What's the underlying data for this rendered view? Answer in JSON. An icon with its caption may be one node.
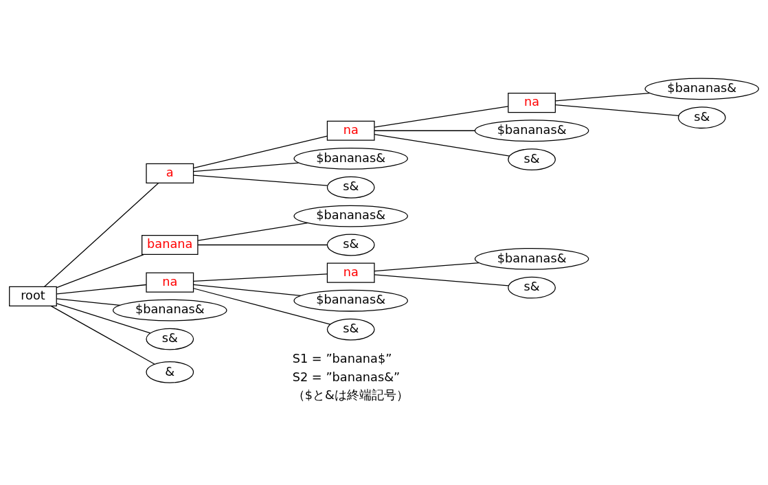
{
  "diagram": {
    "nodes": [
      {
        "text": [
          "root"
        ]
      },
      {
        "text": [
          "a"
        ]
      },
      {
        "text": [
          "na"
        ]
      },
      {
        "text": [
          "na"
        ]
      },
      {
        "text": [
          "$bananas&"
        ]
      },
      {
        "text": [
          "s&"
        ]
      },
      {
        "text": [
          "$bananas&"
        ]
      },
      {
        "text": [
          "s&"
        ]
      },
      {
        "text": [
          "$bananas&"
        ]
      },
      {
        "text": [
          "s&"
        ]
      },
      {
        "text": [
          "banana"
        ]
      },
      {
        "text": [
          "$bananas&"
        ]
      },
      {
        "text": [
          "s&"
        ]
      },
      {
        "text": [
          "na"
        ]
      },
      {
        "text": [
          "na"
        ]
      },
      {
        "text": [
          "$bananas&"
        ]
      },
      {
        "text": [
          "s&"
        ]
      },
      {
        "text": [
          "$bananas&"
        ]
      },
      {
        "text": [
          "s&"
        ]
      },
      {
        "text": [
          "$bananas&"
        ]
      },
      {
        "text": [
          "s&"
        ]
      },
      {
        "text": [
          "&"
        ]
      }
    ],
    "edges": [
      {
        "from": 0,
        "to": 1,
        "arrow": "none"
      },
      {
        "from": 1,
        "to": 2,
        "arrow": "none"
      },
      {
        "from": 2,
        "to": 3,
        "arrow": "none"
      },
      {
        "from": 3,
        "to": 4,
        "arrow": "none"
      },
      {
        "from": 3,
        "to": 5,
        "arrow": "none"
      },
      {
        "from": 2,
        "to": 6,
        "arrow": "none"
      },
      {
        "from": 2,
        "to": 7,
        "arrow": "none"
      },
      {
        "from": 1,
        "to": 8,
        "arrow": "none"
      },
      {
        "from": 1,
        "to": 9,
        "arrow": "none"
      },
      {
        "from": 0,
        "to": 10,
        "arrow": "none"
      },
      {
        "from": 10,
        "to": 11,
        "arrow": "none"
      },
      {
        "from": 10,
        "to": 12,
        "arrow": "none"
      },
      {
        "from": 0,
        "to": 13,
        "arrow": "none"
      },
      {
        "from": 13,
        "to": 14,
        "arrow": "none"
      },
      {
        "from": 14,
        "to": 15,
        "arrow": "none"
      },
      {
        "from": 14,
        "to": 16,
        "arrow": "none"
      },
      {
        "from": 13,
        "to": 17,
        "arrow": "none"
      },
      {
        "from": 13,
        "to": 18,
        "arrow": "none"
      },
      {
        "from": 0,
        "to": 19,
        "arrow": "none"
      },
      {
        "from": 0,
        "to": 20,
        "arrow": "none"
      },
      {
        "from": 0,
        "to": 21,
        "arrow": "none"
      }
    ],
    "labels": [
      "S1 = ”banana$”",
      "S2 = ”bananas&”",
      "（$と&は終端記号）"
    ]
  }
}
